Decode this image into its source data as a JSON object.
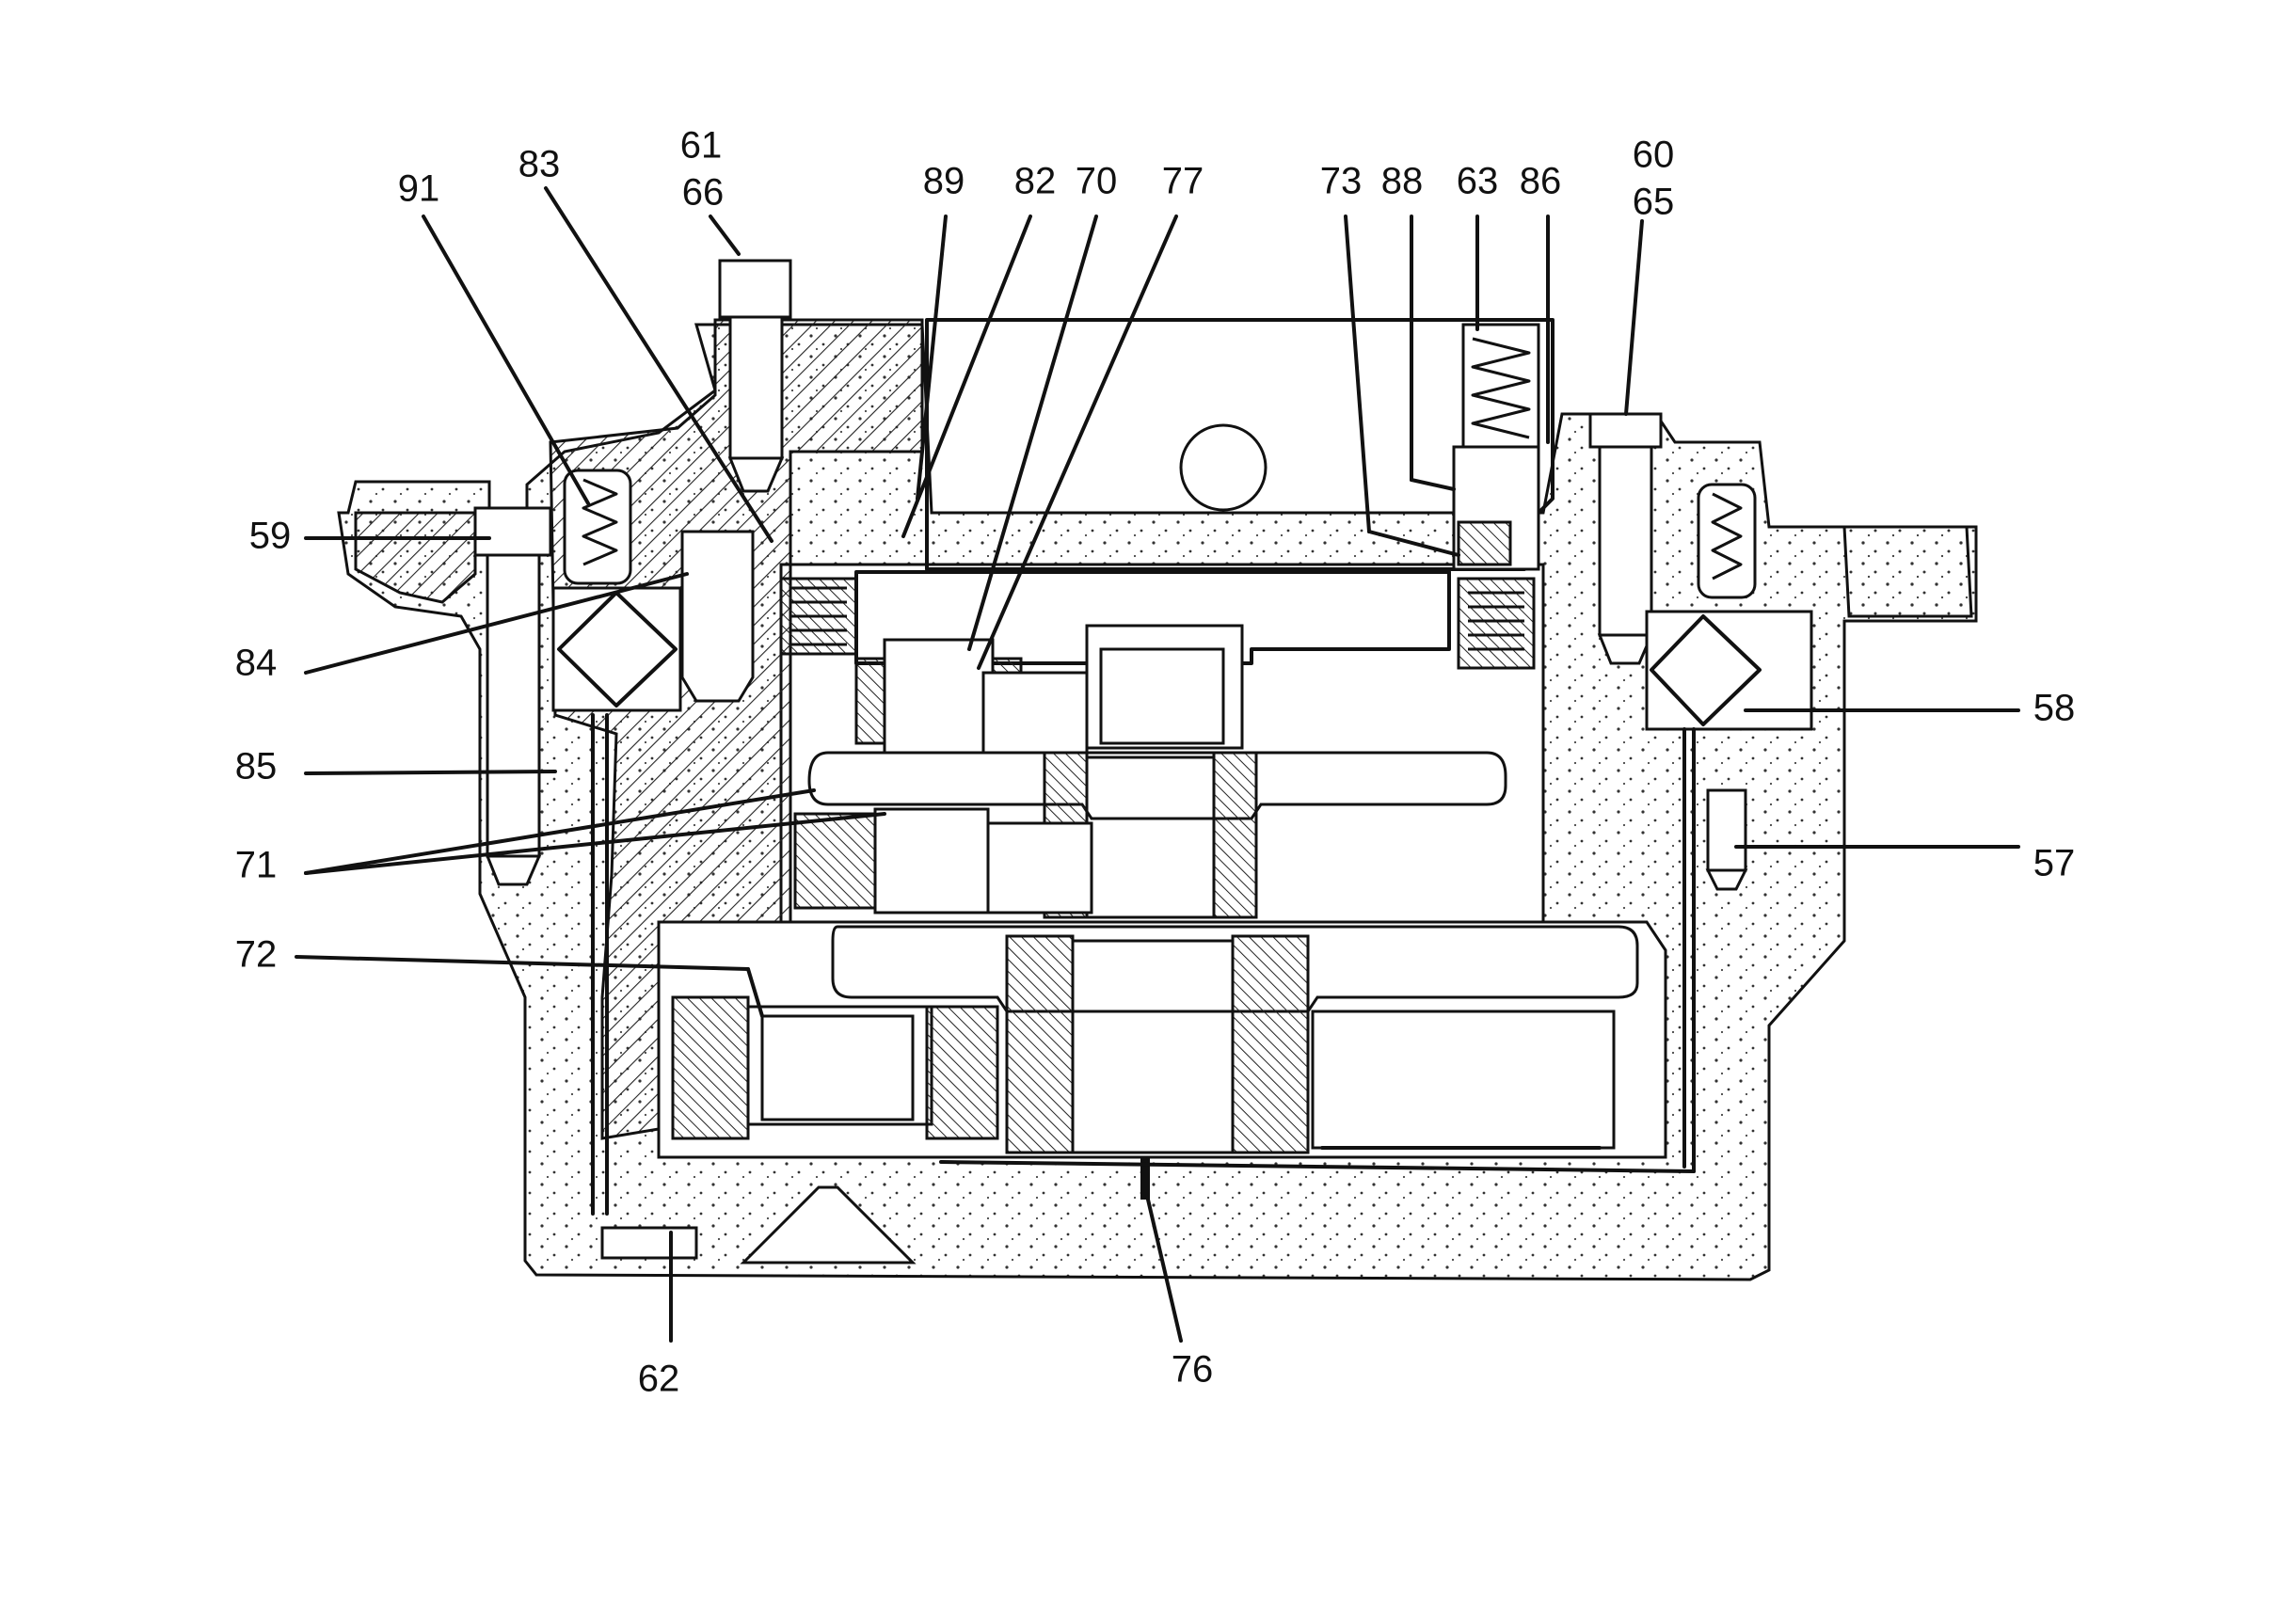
{
  "callouts": {
    "n91": "91",
    "n83": "83",
    "n61": "61",
    "n66": "66",
    "n89": "89",
    "n82": "82",
    "n70": "70",
    "n77": "77",
    "n73": "73",
    "n88": "88",
    "n63": "63",
    "n86": "86",
    "n60": "60",
    "n65": "65",
    "n59": "59",
    "n84": "84",
    "n85": "85",
    "n71": "71",
    "n72": "72",
    "n58": "58",
    "n57": "57",
    "n62": "62",
    "n76": "76"
  }
}
